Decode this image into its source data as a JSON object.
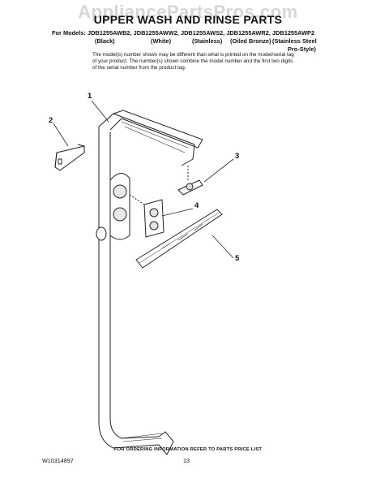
{
  "watermark": "AppliancePartsPros.com",
  "title": "UPPER WASH AND RINSE PARTS",
  "models": {
    "label": "For Models:",
    "list": "JDB1255AWB2, JDB1255AWW2, JDB1255AWS2, JDB1255AWR2, JDB1255AWP2",
    "colors": [
      "(Black)",
      "(White)",
      "(Stainless)",
      "(Oiled Bronze)",
      "(Stainless Steel",
      "Pro-Style)"
    ]
  },
  "note": "The model(s) number shown may be different than what is printed on the model/serial tag of your product. The number(s) shown combine the model number and the first two digits of the serial number from the product tag.",
  "callouts": [
    "1",
    "2",
    "3",
    "4",
    "5"
  ],
  "footer": {
    "ordering_info": "FOR ORDERING INFORMATION REFER TO PARTS PRICE LIST",
    "doc_number": "W10314897",
    "page_number": "13"
  }
}
